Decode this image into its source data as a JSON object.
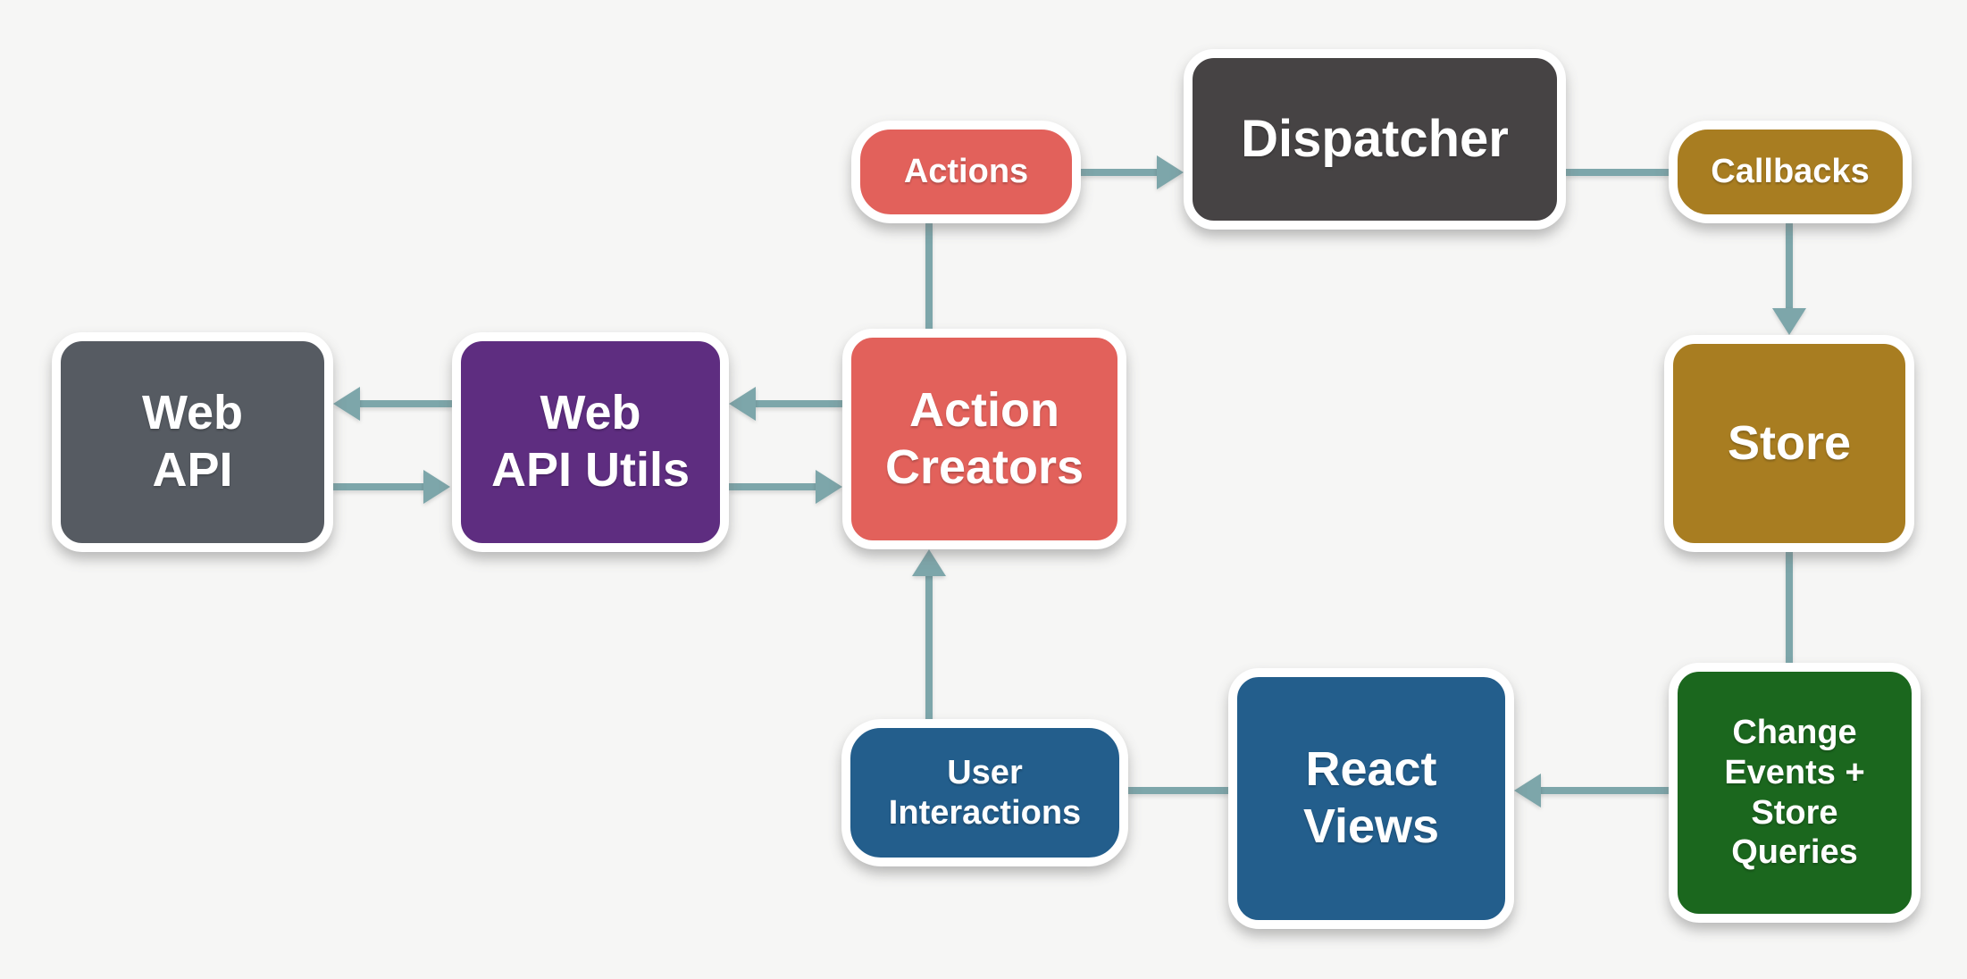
{
  "colors": {
    "background": "#f6f6f5",
    "arrow": "#7da6aa",
    "node_border": "#ffffff",
    "node_text": "#ffffff"
  },
  "nodes": {
    "web_api": {
      "label": "Web\nAPI",
      "fill": "#565b62"
    },
    "web_api_utils": {
      "label": "Web\nAPI Utils",
      "fill": "#5e2d80"
    },
    "action_creators": {
      "label": "Action\nCreators",
      "fill": "#e2615b"
    },
    "actions": {
      "label": "Actions",
      "fill": "#e2615b"
    },
    "dispatcher": {
      "label": "Dispatcher",
      "fill": "#464344"
    },
    "callbacks": {
      "label": "Callbacks",
      "fill": "#a87d21"
    },
    "store": {
      "label": "Store",
      "fill": "#a87d21"
    },
    "change_events": {
      "label": "Change\nEvents +\nStore\nQueries",
      "fill": "#1b671e"
    },
    "react_views": {
      "label": "React\nViews",
      "fill": "#235e8c"
    },
    "user_interactions": {
      "label": "User\nInteractions",
      "fill": "#235e8c"
    }
  },
  "edges": [
    {
      "from": "actions",
      "to": "dispatcher",
      "arrowhead": true
    },
    {
      "from": "dispatcher",
      "to": "callbacks",
      "arrowhead": false
    },
    {
      "from": "callbacks",
      "to": "store",
      "arrowhead": true
    },
    {
      "from": "store",
      "to": "change_events",
      "arrowhead": false
    },
    {
      "from": "change_events",
      "to": "react_views",
      "arrowhead": true
    },
    {
      "from": "react_views",
      "to": "user_interactions",
      "arrowhead": false
    },
    {
      "from": "user_interactions",
      "to": "action_creators",
      "arrowhead": true
    },
    {
      "from": "action_creators",
      "to": "actions",
      "arrowhead": false
    },
    {
      "from": "action_creators",
      "to": "web_api_utils",
      "arrowhead": true
    },
    {
      "from": "web_api_utils",
      "to": "action_creators",
      "arrowhead": true
    },
    {
      "from": "web_api_utils",
      "to": "web_api",
      "arrowhead": true
    },
    {
      "from": "web_api",
      "to": "web_api_utils",
      "arrowhead": true
    }
  ]
}
